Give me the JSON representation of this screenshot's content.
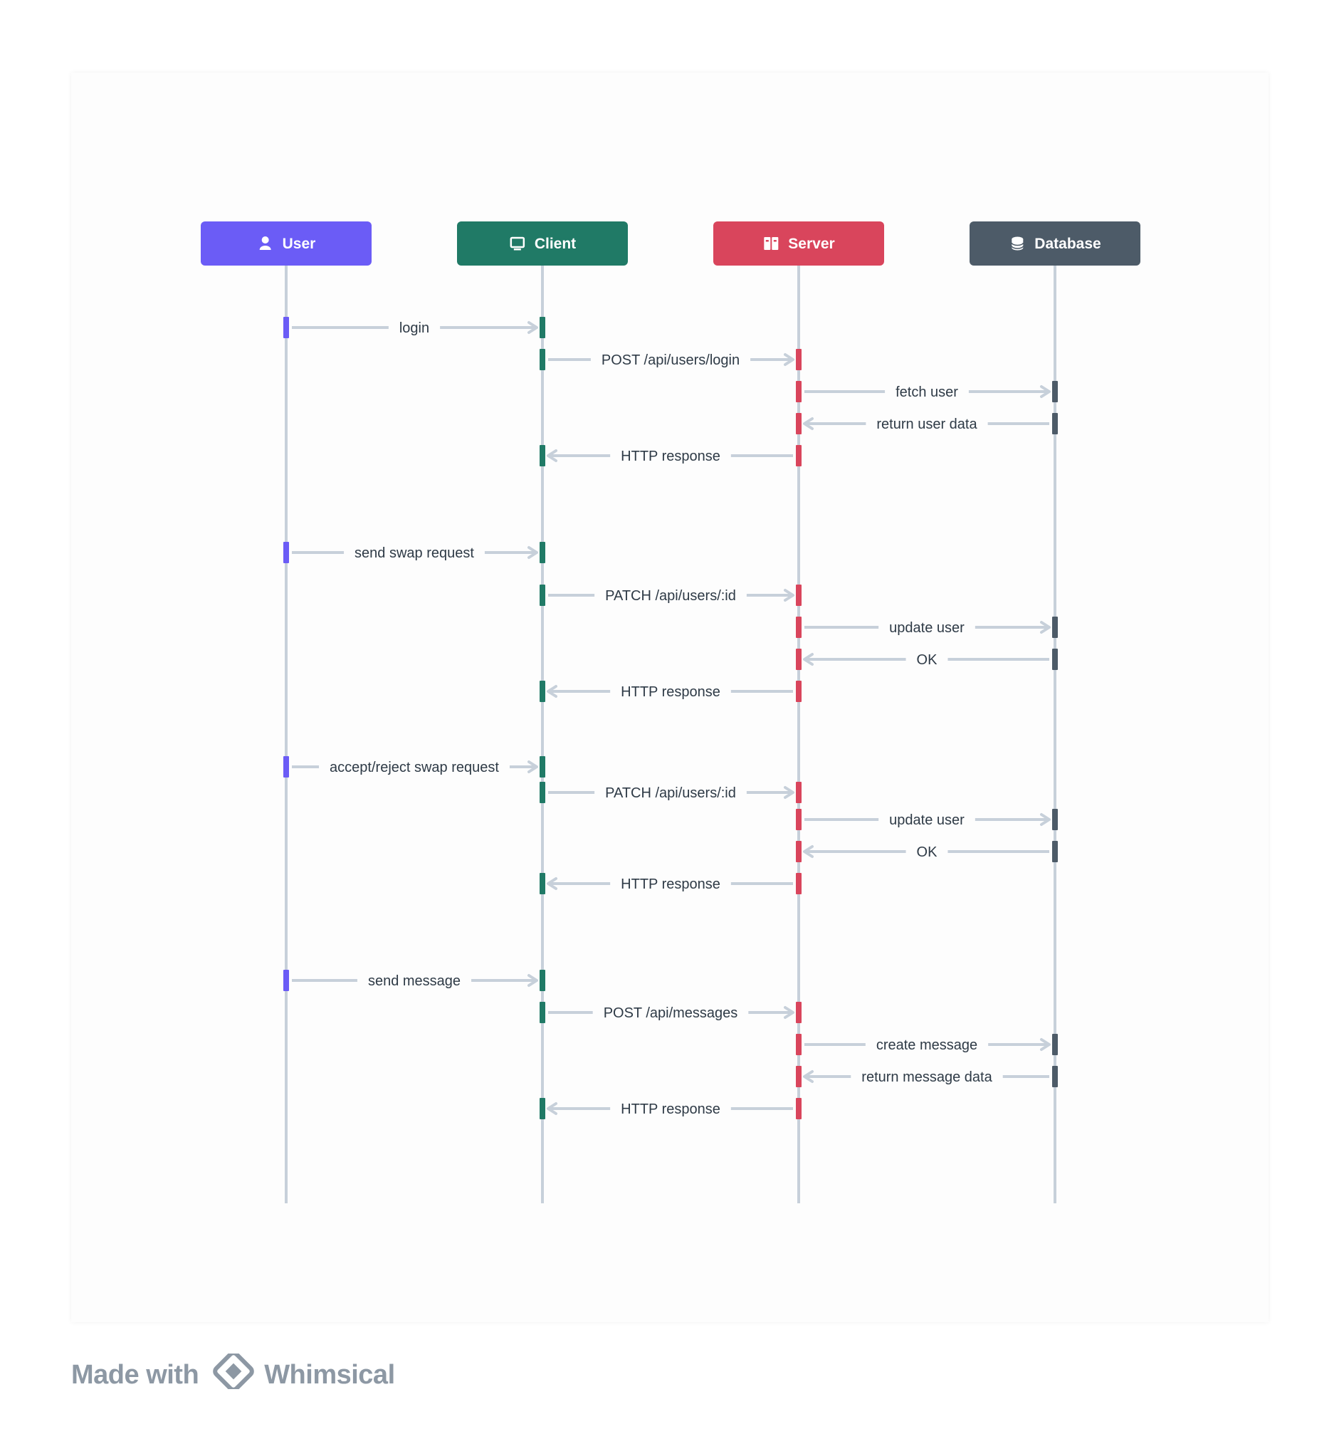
{
  "actors": [
    {
      "name": "User",
      "icon": "user-icon",
      "color": "#6b5cf6"
    },
    {
      "name": "Client",
      "icon": "monitor-icon",
      "color": "#207a66"
    },
    {
      "name": "Server",
      "icon": "server-icon",
      "color": "#d9455c"
    },
    {
      "name": "Database",
      "icon": "database-icon",
      "color": "#4d5b68"
    }
  ],
  "messages": [
    {
      "from": 0,
      "to": 1,
      "label": "login"
    },
    {
      "from": 1,
      "to": 2,
      "label": "POST /api/users/login"
    },
    {
      "from": 2,
      "to": 3,
      "label": "fetch user"
    },
    {
      "from": 3,
      "to": 2,
      "label": "return user data"
    },
    {
      "from": 2,
      "to": 1,
      "label": "HTTP response"
    },
    {
      "from": 0,
      "to": 1,
      "label": "send swap request"
    },
    {
      "from": 1,
      "to": 2,
      "label": "PATCH /api/users/:id"
    },
    {
      "from": 2,
      "to": 3,
      "label": "update user"
    },
    {
      "from": 3,
      "to": 2,
      "label": "OK"
    },
    {
      "from": 2,
      "to": 1,
      "label": "HTTP response"
    },
    {
      "from": 0,
      "to": 1,
      "label": "accept/reject swap request"
    },
    {
      "from": 1,
      "to": 2,
      "label": "PATCH /api/users/:id"
    },
    {
      "from": 2,
      "to": 3,
      "label": "update user"
    },
    {
      "from": 3,
      "to": 2,
      "label": "OK"
    },
    {
      "from": 2,
      "to": 1,
      "label": "HTTP response"
    },
    {
      "from": 0,
      "to": 1,
      "label": "send message"
    },
    {
      "from": 1,
      "to": 2,
      "label": "POST /api/messages"
    },
    {
      "from": 2,
      "to": 3,
      "label": "create message"
    },
    {
      "from": 3,
      "to": 2,
      "label": "return message data"
    },
    {
      "from": 2,
      "to": 1,
      "label": "HTTP response"
    }
  ],
  "colors": {
    "arrow": "#c7d0da",
    "lifeline": "#c7d0da"
  },
  "footer": {
    "made_with": "Made with",
    "brand": "Whimsical",
    "logo_icon": "whimsical-logo-icon"
  }
}
